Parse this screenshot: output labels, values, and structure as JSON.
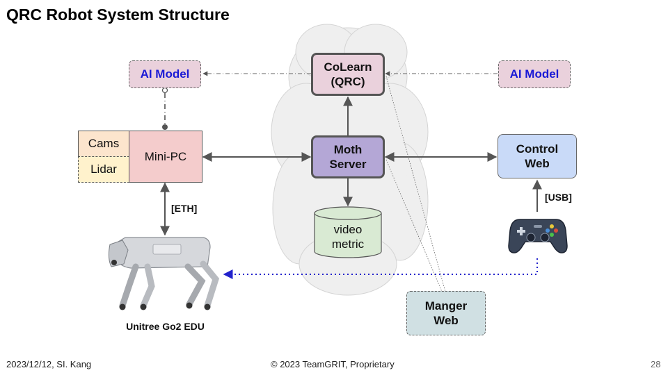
{
  "title": "QRC Robot System Structure",
  "nodes": {
    "ai_model_left": "AI Model",
    "ai_model_right": "AI Model",
    "colearn": "CoLearn\n(QRC)",
    "cams": "Cams",
    "lidar": "Lidar",
    "mini_pc": "Mini-PC",
    "moth_server": "Moth\nServer",
    "control_web": "Control\nWeb",
    "video_metric": "video\nmetric",
    "manager_web": "Manger\nWeb",
    "robot_label": "Unitree Go2 EDU"
  },
  "edge_labels": {
    "eth": "[ETH]",
    "usb": "[USB]"
  },
  "colors": {
    "ai_model_text": "#1a1ad6",
    "ai_model_fill": "#ead1dc",
    "colearn_fill": "#ead1dc",
    "mini_pc_fill": "#f4cccc",
    "cams_fill": "#fce5cd",
    "lidar_fill": "#fff2cc",
    "moth_fill": "#b4a7d6",
    "control_fill": "#c9daf8",
    "video_fill": "#d9ead3",
    "manager_fill": "#d0e0e3",
    "cloud_fill": "#efefef"
  },
  "footer": {
    "left": "2023/12/12, SI. Kang",
    "center": "© 2023 TeamGRIT, Proprietary",
    "page": "28"
  }
}
